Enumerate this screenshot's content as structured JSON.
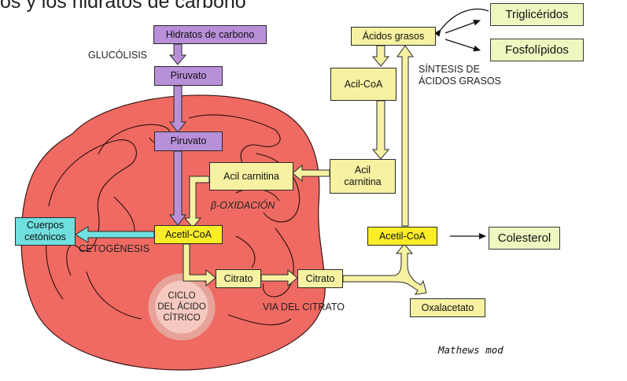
{
  "slide": {
    "title_fragment": "os y los hidratos de carbono"
  },
  "diagram": {
    "nodes": {
      "hidratos_de_carbono": "Hidratos de carbono",
      "piruvato_cytosol": "Piruvato",
      "piruvato_mito": "Piruvato",
      "acil_carnitina_mito": "Acil carnitina",
      "acil_carnitina_cyto_line1": "Acil",
      "acil_carnitina_cyto_line2": "carnitina",
      "acidos_grasos": "Ácidos grasos",
      "acil_coa": "Acil-CoA",
      "acetil_coa_mito": "Acetil-CoA",
      "acetil_coa_cyto": "Acetil-CoA",
      "citrato_mito": "Citrato",
      "citrato_cyto": "Citrato",
      "oxalacetato": "Oxalacetato",
      "cuerpos_cetonicos_line1": "Cuerpos",
      "cuerpos_cetonicos_line2": "cetónicos",
      "trigliceridos": "Triglicéridos",
      "fosfolipidos": "Fosfolípidos",
      "colesterol": "Colesterol"
    },
    "labels": {
      "glucolisis": "GLUCÓLISIS",
      "beta_oxidacion": "β-OXIDACIÓN",
      "cetogenesis": "CETOGÉNESIS",
      "sintesis_line1": "SÍNTESIS DE",
      "sintesis_line2": "ÁCIDOS GRASOS",
      "via_del_citrato": "VIA DEL CITRATO",
      "ciclo_line1": "CICLO",
      "ciclo_line2": "DEL ÁCIDO",
      "ciclo_line3": "CÍTRICO"
    },
    "credit": "Mathews mod"
  }
}
